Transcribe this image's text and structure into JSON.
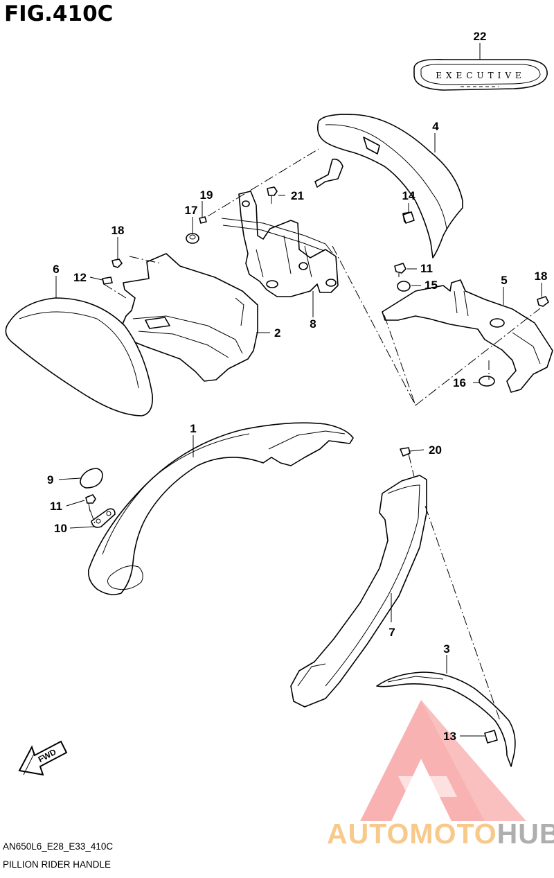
{
  "figure": {
    "title": "FIG.410C",
    "model_code": "AN650L6_E28_E33_410C",
    "section_name": "PILLION RIDER HANDLE"
  },
  "emblem": {
    "text": "EXECUTIVE"
  },
  "fwd_arrow": {
    "label": "FWD"
  },
  "watermark": {
    "part1": "AUTOMOTO",
    "part2": "HUB",
    "colors": {
      "triangle": "#f25a5a",
      "text_a": "#f7c98a",
      "text_b": "#aeaeae"
    }
  },
  "callouts": {
    "c1": "1",
    "c2": "2",
    "c3": "3",
    "c4": "4",
    "c5": "5",
    "c6": "6",
    "c7": "7",
    "c8": "8",
    "c9": "9",
    "c10": "10",
    "c11a": "11",
    "c11b": "11",
    "c12": "12",
    "c13": "13",
    "c14": "14",
    "c15": "15",
    "c16": "16",
    "c17": "17",
    "c18a": "18",
    "c18b": "18",
    "c19": "19",
    "c20": "20",
    "c21": "21",
    "c22": "22"
  }
}
